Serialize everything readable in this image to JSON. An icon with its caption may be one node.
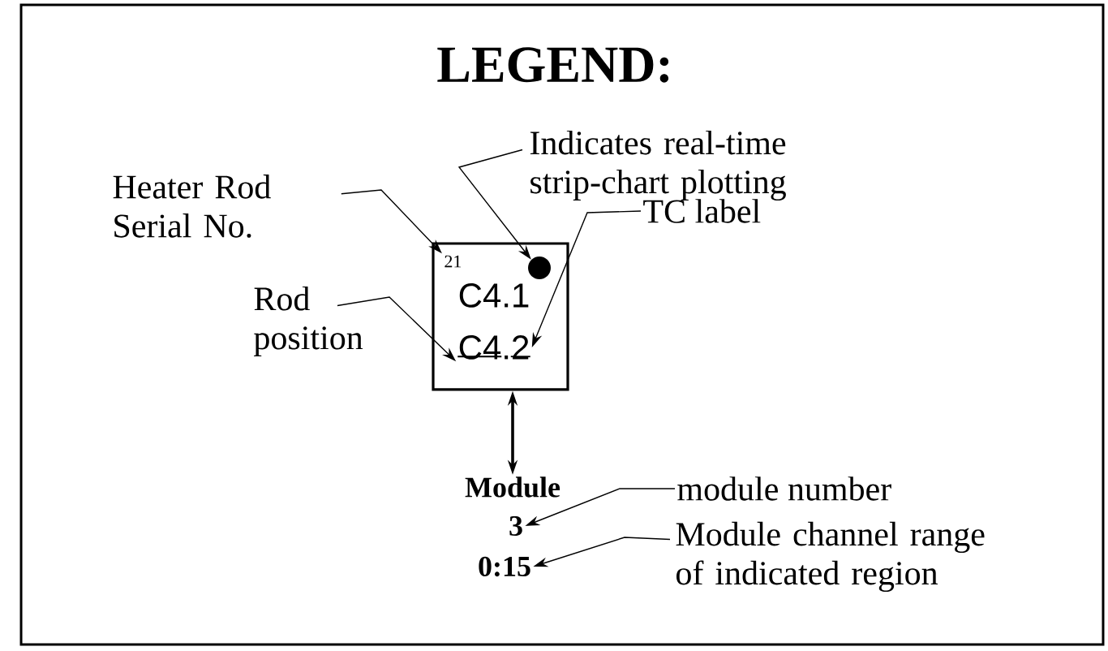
{
  "diagram": {
    "title": "LEGEND:",
    "nodes": [
      {
        "text": [],
        "shape": "box"
      },
      {
        "text": [
          "21"
        ],
        "in": 0
      },
      {
        "text": [],
        "shape": "circle",
        "in": 0
      },
      {
        "text": [
          "C4.1"
        ],
        "in": 0
      },
      {
        "text": [
          "C4.2"
        ],
        "in": 0
      },
      {
        "text": [
          "Heater Rod Serial No."
        ]
      },
      {
        "text": [
          "Indicates real-time strip-chart plotting"
        ]
      },
      {
        "text": [
          "Rod position"
        ]
      },
      {
        "text": [
          "TC label"
        ]
      },
      {
        "text": [
          "Module"
        ]
      },
      {
        "text": [
          "3"
        ]
      },
      {
        "text": [
          "0:15"
        ]
      },
      {
        "text": [
          "module number"
        ]
      },
      {
        "text": [
          "Module channel range of indicated region"
        ]
      }
    ],
    "edges": [
      {
        "from": 5,
        "to": 1,
        "arrow": "to"
      },
      {
        "from": 6,
        "to": 2,
        "arrow": "to"
      },
      {
        "from": 7,
        "to": 4,
        "arrow": "to"
      },
      {
        "from": 8,
        "to": 4,
        "arrow": "to"
      },
      {
        "from": 0,
        "to": 9,
        "arrow": "both"
      },
      {
        "from": 12,
        "to": 10,
        "arrow": "to"
      },
      {
        "from": 13,
        "to": 11,
        "arrow": "to"
      }
    ]
  }
}
